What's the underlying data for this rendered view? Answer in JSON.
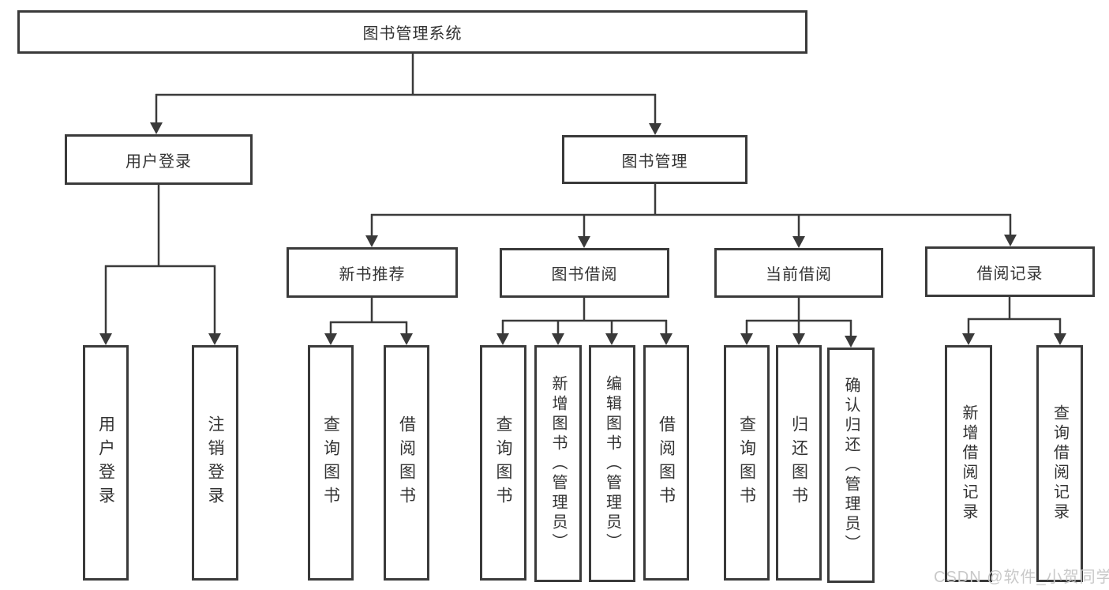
{
  "diagram": {
    "title": "图书管理系统",
    "watermark": "CSDN @软件_小贺同学",
    "colors": {
      "background": "#ffffff",
      "line": "#3a3a3a",
      "box_border": "#3a3a3a",
      "text": "#333333",
      "watermark": "#c9c9c9"
    },
    "nodes": {
      "root": "图书管理系统",
      "user_login": "用户登录",
      "book_mgmt": "图书管理",
      "leaf_user_login": "用户登录",
      "leaf_logout": "注销登录",
      "new_book_rec": "新书推荐",
      "book_borrow": "图书借阅",
      "current_borrow": "当前借阅",
      "borrow_records": "借阅记录",
      "nbr_query": "查询图书",
      "nbr_borrow": "借阅图书",
      "bb_query": "查询图书",
      "bb_add": "新增图书（管理员）",
      "bb_edit": "编辑图书（管理员）",
      "bb_borrow": "借阅图书",
      "cb_query": "查询图书",
      "cb_return": "归还图书",
      "cb_confirm": "确认归还（管理员）",
      "br_add": "新增借阅记录",
      "br_query": "查询借阅记录"
    },
    "structure": {
      "图书管理系统": {
        "用户登录": [
          "用户登录",
          "注销登录"
        ],
        "图书管理": {
          "新书推荐": [
            "查询图书",
            "借阅图书"
          ],
          "图书借阅": [
            "查询图书",
            "新增图书（管理员）",
            "编辑图书（管理员）",
            "借阅图书"
          ],
          "当前借阅": [
            "查询图书",
            "归还图书",
            "确认归还（管理员）"
          ],
          "借阅记录": [
            "新增借阅记录",
            "查询借阅记录"
          ]
        }
      }
    }
  }
}
